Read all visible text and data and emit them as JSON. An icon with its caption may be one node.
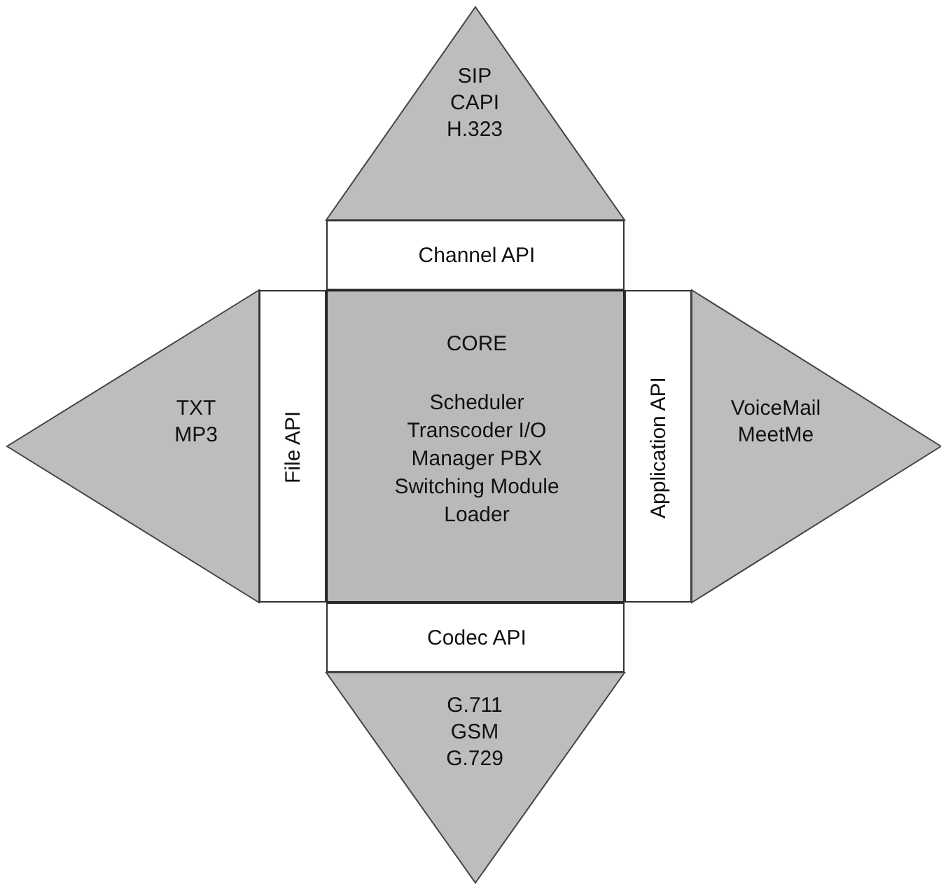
{
  "diagram": {
    "nodes": [
      {
        "text": [
          "SIP CAPI H.323"
        ]
      },
      {
        "text": [
          "Channel API"
        ]
      },
      {
        "text": [
          "TXT MP3"
        ]
      },
      {
        "text": [
          "File API"
        ]
      },
      {
        "text": [
          "CORE",
          "Scheduler Transcoder I/O Manager PBX Switching Module Loader"
        ]
      },
      {
        "text": [
          "Application API"
        ]
      },
      {
        "text": [
          "VoiceMail MeetMe"
        ]
      },
      {
        "text": [
          "Codec API"
        ]
      },
      {
        "text": [
          "G.711 GSM G.729"
        ]
      }
    ]
  }
}
